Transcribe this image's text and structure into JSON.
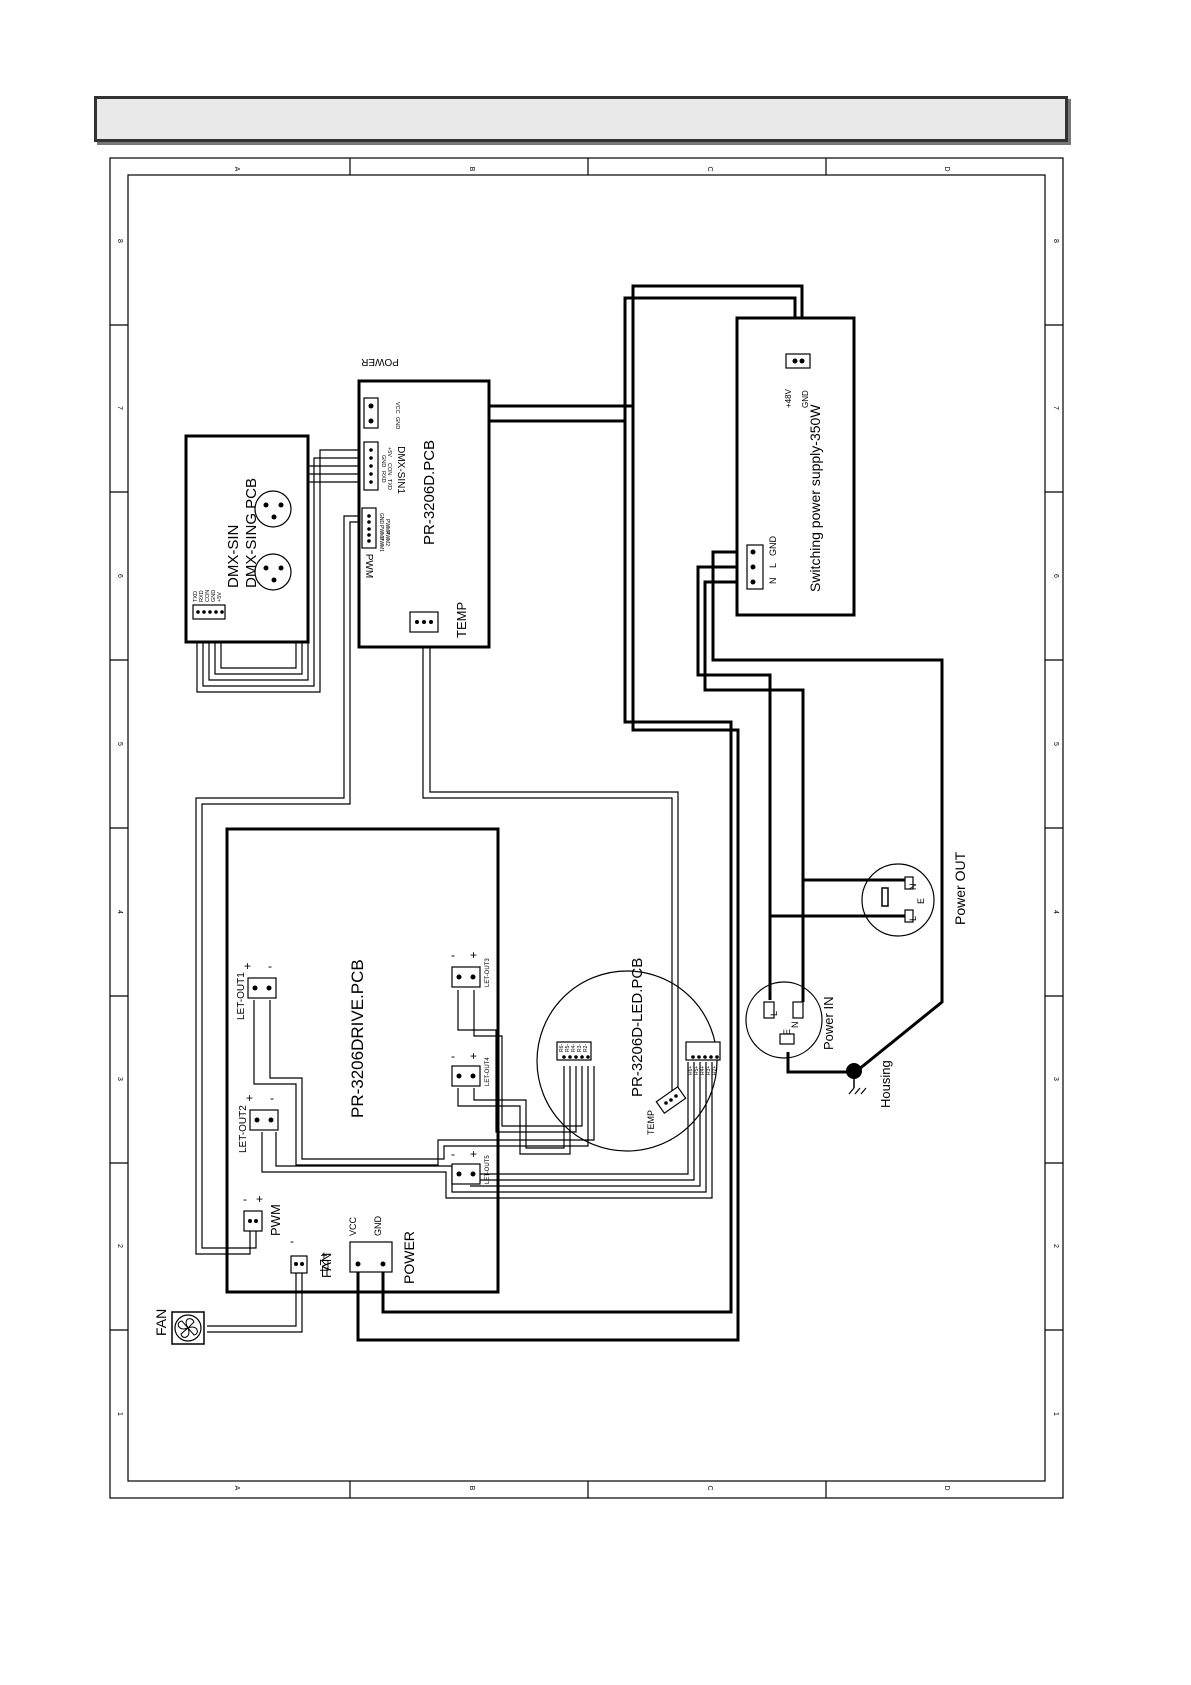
{
  "header": {
    "title": ""
  },
  "frame": {
    "col_labels": [
      "A",
      "B",
      "C",
      "D"
    ],
    "row_labels": [
      "8",
      "7",
      "6",
      "5",
      "4",
      "3",
      "2",
      "1"
    ]
  },
  "boards": {
    "dmx_sin": {
      "title": "DMX-SIN",
      "subtitle": "DMX-SING.PCB",
      "pins": [
        "TXD",
        "RXD",
        "CON",
        "GND",
        "+5V"
      ]
    },
    "pr3206d": {
      "title": "PR-3206D.PCB",
      "power_label": "POWER",
      "power_pins": [
        "VCC",
        "GND"
      ],
      "dmx_label": "DMX-SIN1",
      "dmx_pins": [
        "+5V",
        "GND",
        "CON",
        "RXD",
        "TXD"
      ],
      "pwm_label": "PWM",
      "pwm_pins": [
        "GND",
        "PWM4",
        "PWM3",
        "PWM2",
        "PWM1"
      ],
      "temp_label": "TEMP"
    },
    "psu": {
      "title": "Switching power supply-350W",
      "out_pins": [
        "+48V",
        "GND"
      ],
      "in_pins": [
        "N",
        "L",
        "GND"
      ]
    },
    "drive": {
      "title": "PR-3206DRIVE.PCB",
      "out1": "LET-OUT1",
      "out2": "LET-OUT2",
      "out3": "LET-OUT3",
      "out4": "LET-OUT4",
      "out5": "LET-OUT5",
      "plus": "+",
      "minus": "-",
      "pwm": "PWM",
      "fan": "FAN",
      "fan_volt": "+24",
      "power": "POWER",
      "vcc": "VCC",
      "gnd": "GND"
    },
    "led": {
      "title": "PR-3206D-LED.PCB",
      "temp": "TEMP",
      "pins_a": [
        "R6-",
        "R5-",
        "R4-",
        "R3-",
        "R2-"
      ],
      "pins_b": [
        "R6+",
        "R5+",
        "R4+",
        "R3+",
        "R2+"
      ]
    },
    "fan_label": "FAN",
    "power_in": {
      "label": "Power IN",
      "pins": [
        "L",
        "E",
        "N"
      ]
    },
    "power_out": {
      "label": "Power  OUT",
      "pins": [
        "L",
        "E",
        "N"
      ]
    },
    "housing": "Housing"
  }
}
